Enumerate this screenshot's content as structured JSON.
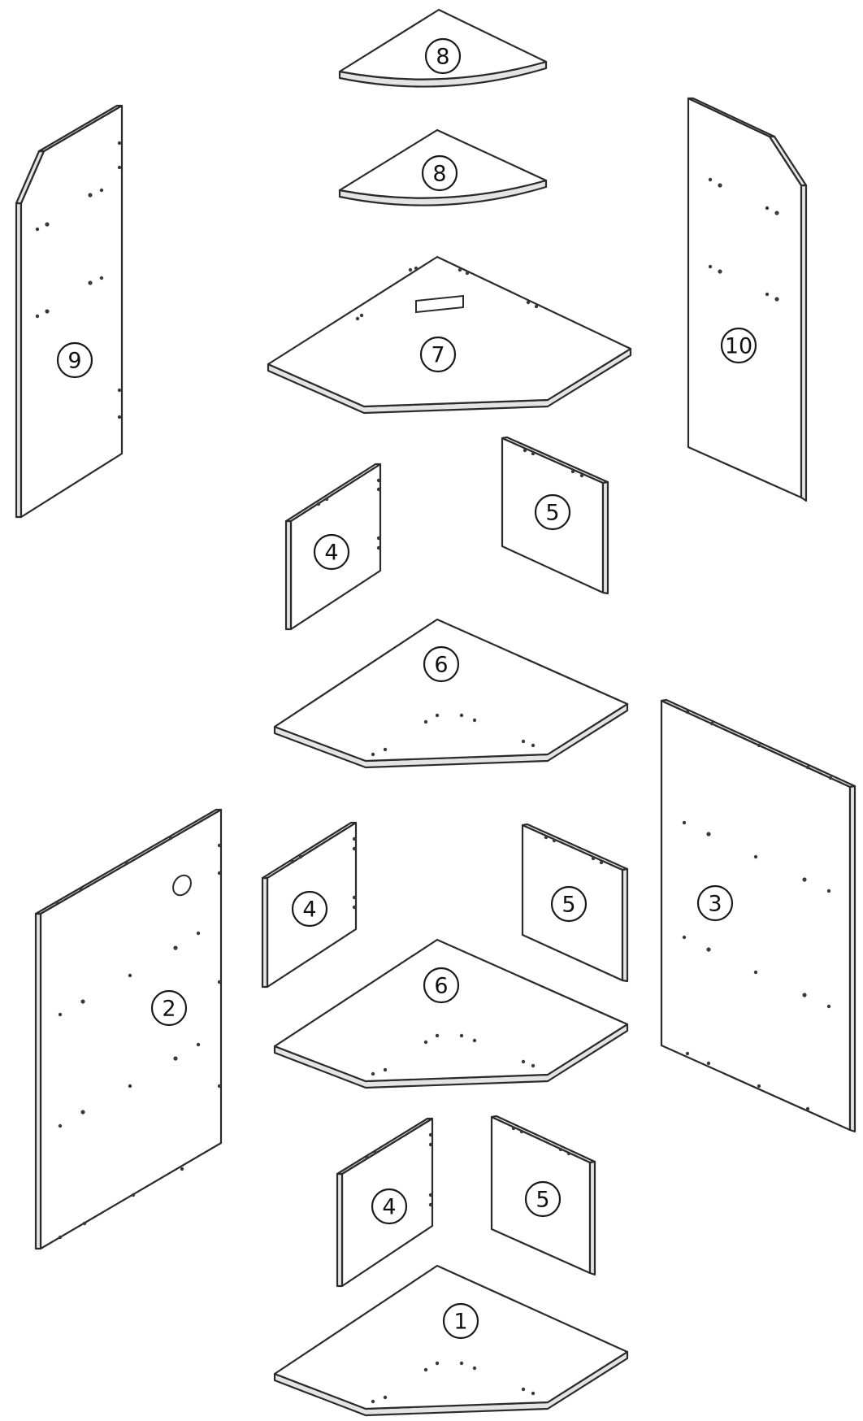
{
  "parts": [
    {
      "id": "part-1",
      "label": "1"
    },
    {
      "id": "part-2",
      "label": "2"
    },
    {
      "id": "part-3",
      "label": "3"
    },
    {
      "id": "part-4a",
      "label": "4"
    },
    {
      "id": "part-4b",
      "label": "4"
    },
    {
      "id": "part-4c",
      "label": "4"
    },
    {
      "id": "part-5a",
      "label": "5"
    },
    {
      "id": "part-5b",
      "label": "5"
    },
    {
      "id": "part-5c",
      "label": "5"
    },
    {
      "id": "part-6a",
      "label": "6"
    },
    {
      "id": "part-6b",
      "label": "6"
    },
    {
      "id": "part-7",
      "label": "7"
    },
    {
      "id": "part-8a",
      "label": "8"
    },
    {
      "id": "part-8b",
      "label": "8"
    },
    {
      "id": "part-9",
      "label": "9"
    },
    {
      "id": "part-10",
      "label": "10"
    }
  ]
}
